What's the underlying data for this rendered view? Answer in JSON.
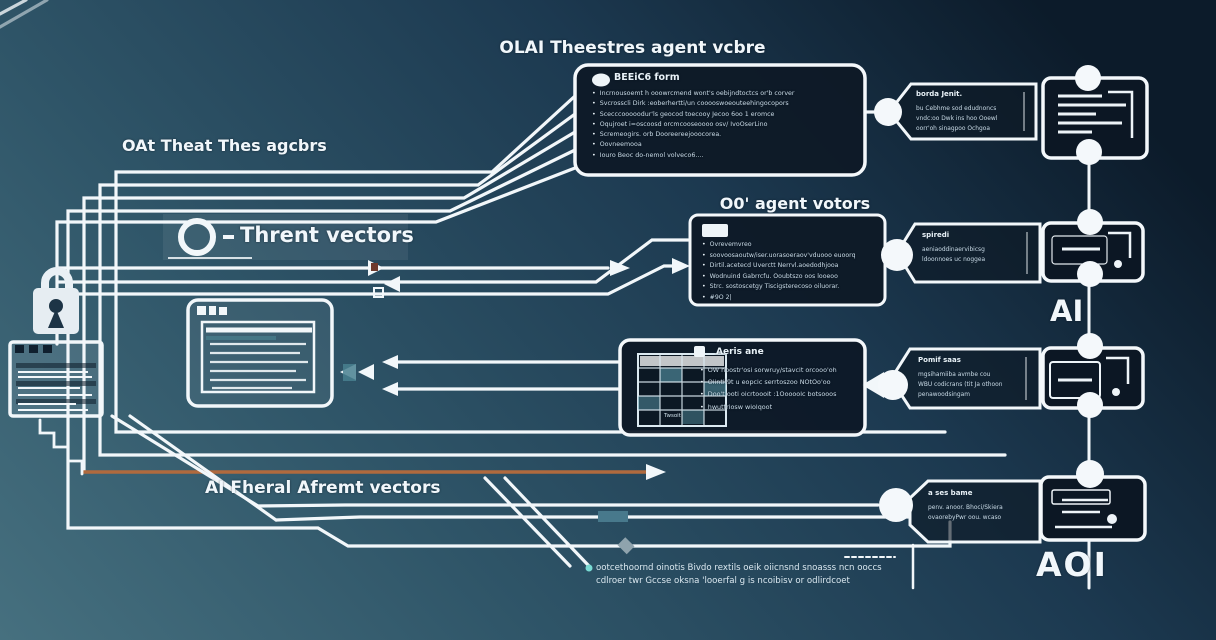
{
  "labels": {
    "top_title": "OLAI Theestres agent vcbre",
    "left_title": "OAt Theat Thes agcbrs",
    "threat_vectors": "Thrent vectors",
    "agent_vectors": "O0' agent votors",
    "bottom_left_title": "AI Fheral Afremt vectors",
    "ai": "AI",
    "aoi": "AOI",
    "caption_line1": "ootcethoornd oinotis Bivdo rextils oeik oiicnsnd snoasss ncn ooccs",
    "caption_line2": "cdlroer twr Gccse oksna 'looerfal g is ncoibisv or odlirdcoet"
  },
  "top_box": {
    "header": "BEEiC6 form",
    "bullets": [
      "Incrnousoemt h ooowrcmend wont's oebijndtoctcs or'b corver",
      "Svcrosscli Dirk :eoberhertti/un cooooswoeouteehingocopors",
      "Scecccooooodur'ls geocod toecooy Jecoo 6oo 1 eromce",
      "Oqujroet i=oscoosd orcmcooseoooo osv/ IvoOserLino",
      "Scremeogirs. orb Dooreereejooocorea.",
      "Oovneemooa",
      "Iouro Beoc do-nemol volveco6...."
    ]
  },
  "agent_box": {
    "bullets": [
      "Ovrevemvreo",
      "soovoosaoutw/iser.uorasoeraov'vduooo euoorq",
      "Dirtil.acetecd Uverctt Nerrvl.aoedodhjooa",
      "Wodnuind Gabrrcfu. Ooubtszo oos looeoo",
      "Strc. sostoscetgy Tiscigsterecoso oiluorar.",
      "#9O 2|"
    ]
  },
  "grid_box": {
    "header": "Aeris ane",
    "icon_label": "Twsoit",
    "bullets": [
      "OW noostr'osi sorwruy/stavcit orcooo'oh",
      "Oiintif9t u eopcic serrtoszoo NOtOo'oo",
      "Doo't ooti oicrtoooit :1Ooooolc botsooos",
      "hwuttriosw wiolqoot"
    ]
  },
  "callouts": [
    {
      "header": "borda Jenit.",
      "lines": [
        "bu Cebhme sod edudnoncs",
        "vndc:oo Dwk ins hoo Ooewl",
        "oorr'oh sinagpoo Ochgoa"
      ]
    },
    {
      "header": "spiredi",
      "lines": [
        "aeniaoddinaervibicsg",
        "ldoonnoes uc noggea"
      ]
    },
    {
      "header": "Pomif saas",
      "lines": [
        "mgsihamiiba avmbe cou",
        "WBU codicrans (tit Ja othoon",
        "penawoodsingam"
      ]
    },
    {
      "header": "a ses bame",
      "lines": [
        "penv. anoor. Bhoci/Skiera",
        "ovaorebyPwr oou. wcaso"
      ]
    }
  ],
  "colors": {
    "line": "#f2f7fa",
    "box_fill": "#0e1926",
    "accent_orange": "#b06a3e",
    "accent_teal": "#5a9aab",
    "bg_light": "#46707f",
    "bg_dark": "#0c1b2a"
  }
}
